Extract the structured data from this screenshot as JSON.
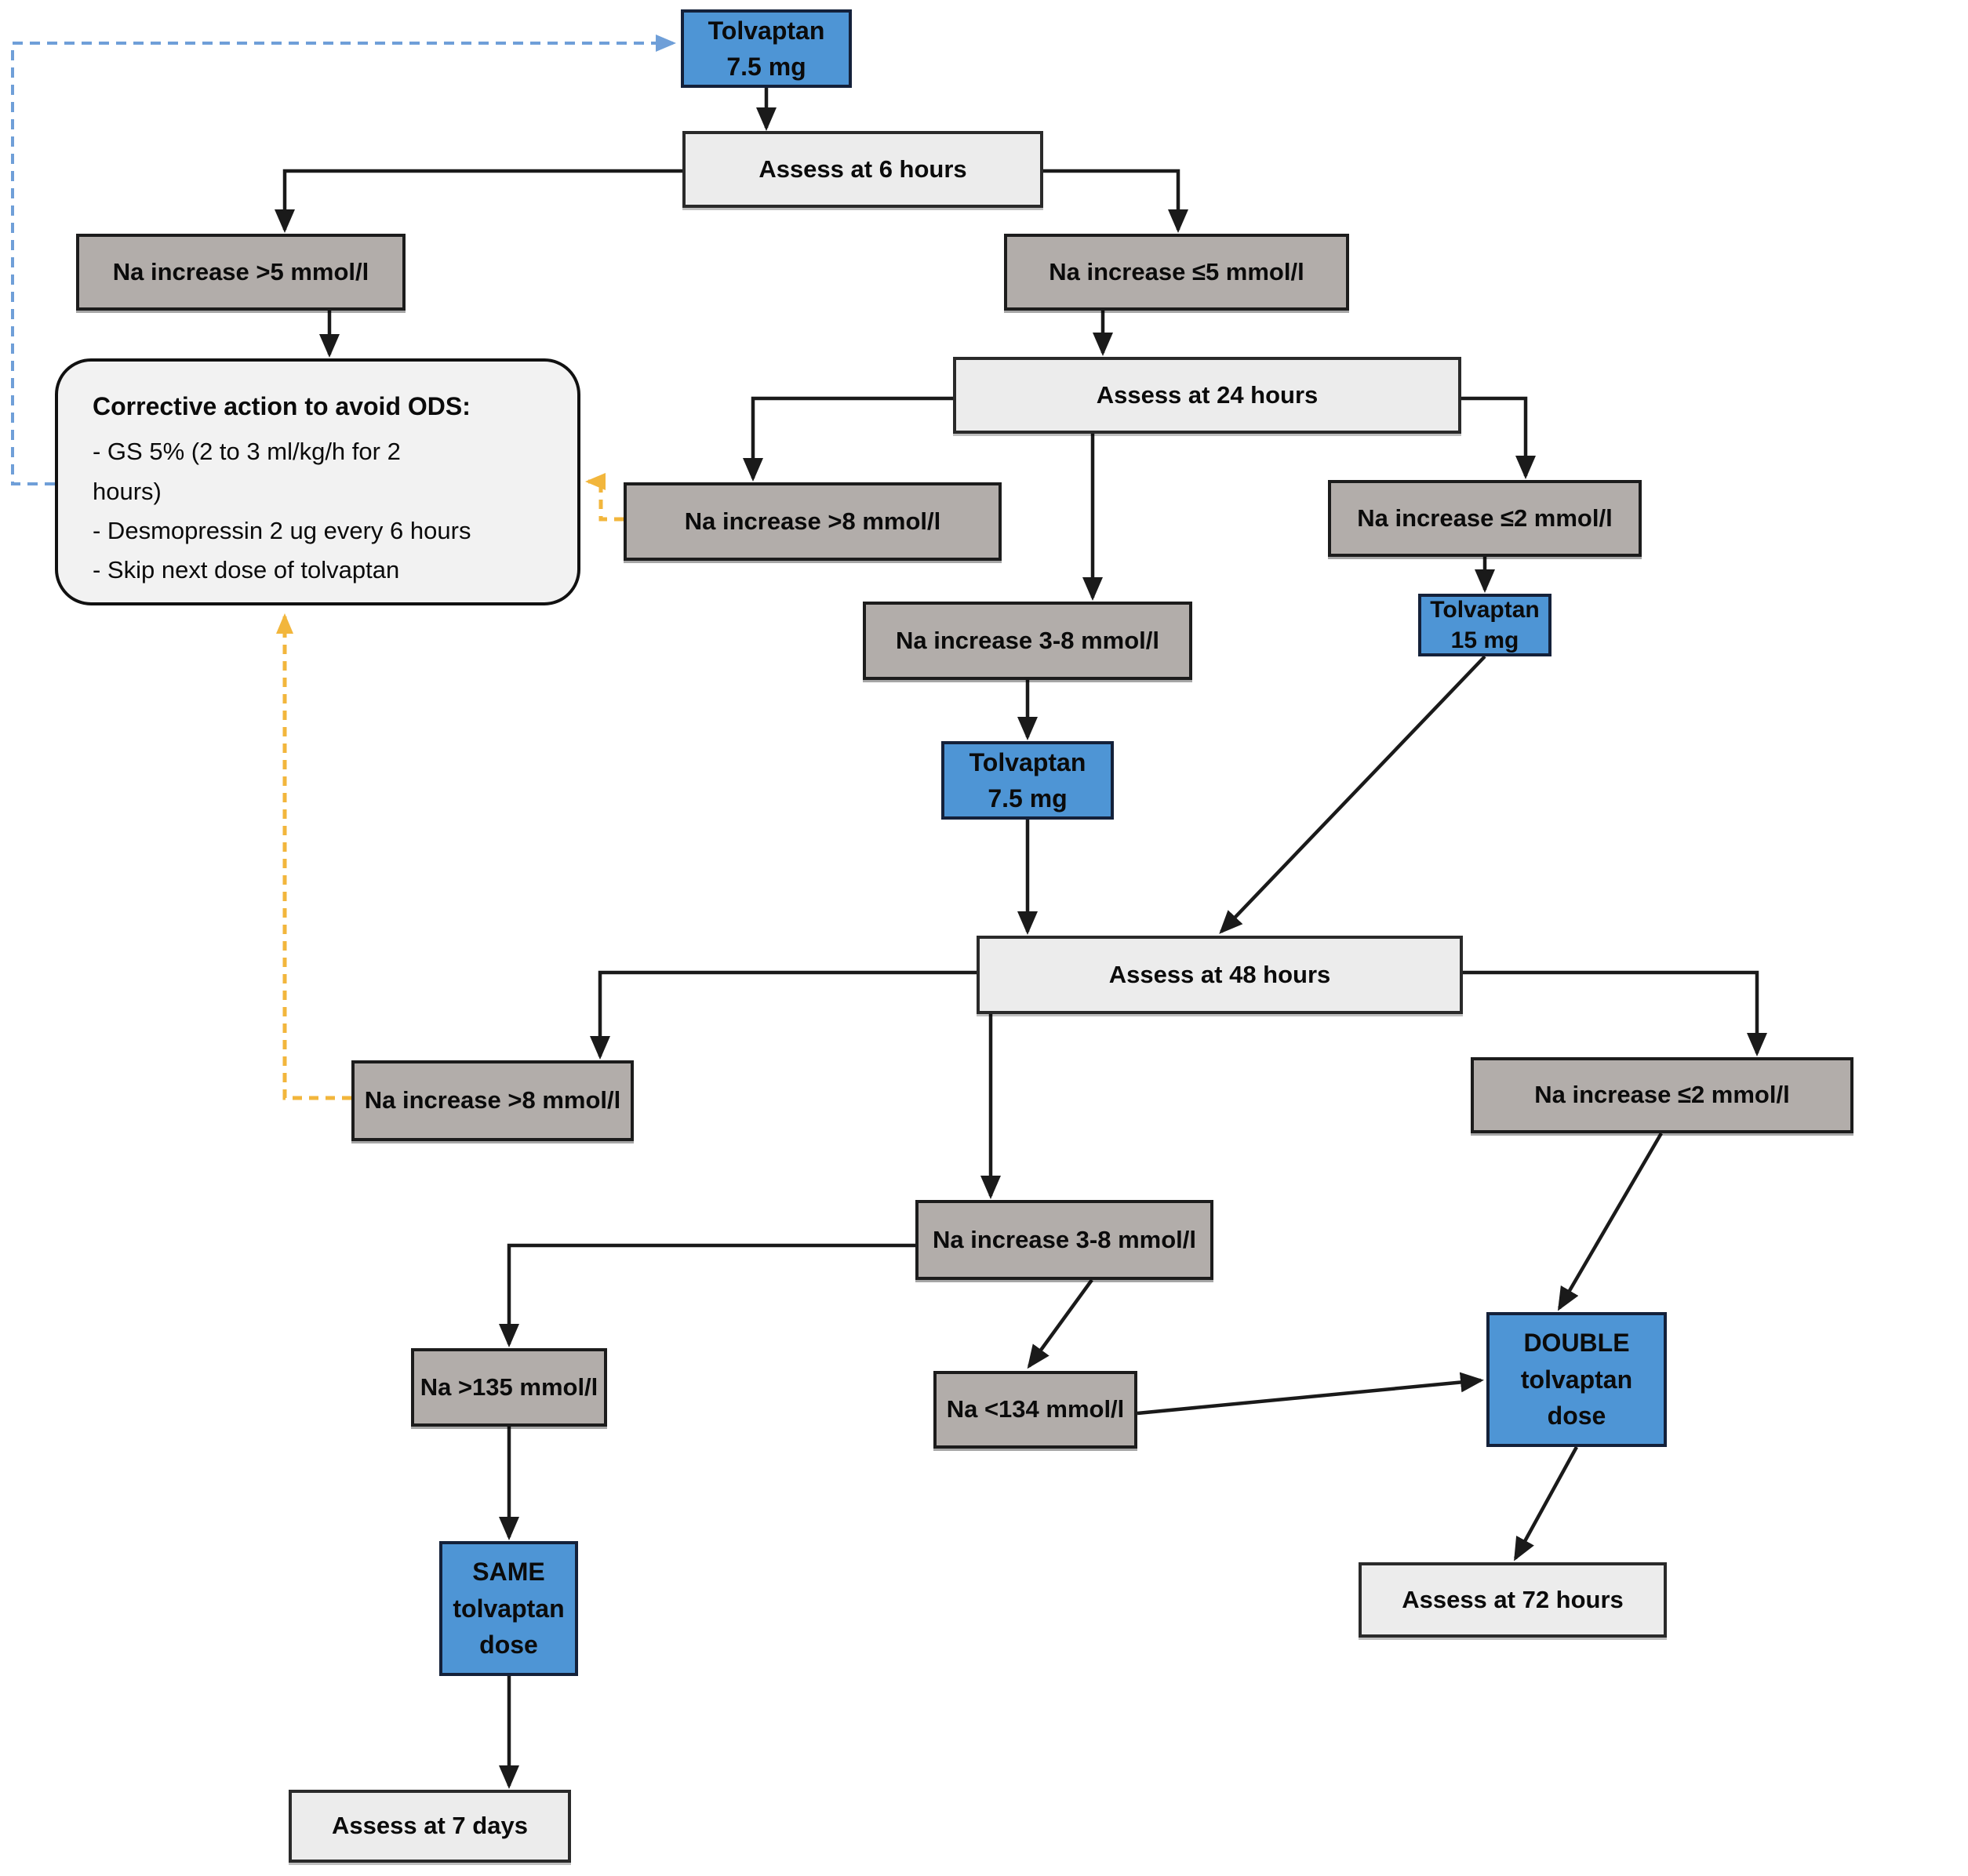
{
  "diagram": {
    "title": "Tolvaptan dosing and sodium monitoring flowchart",
    "colors": {
      "blue_box": "#4e95d5",
      "gray_box": "#b2adaa",
      "light_box": "#ececec",
      "corrective_box": "#f2f2f2",
      "arrow": "#1a1a1a",
      "dashed_blue_arrow": "#6f9fd8",
      "dashed_yellow_arrow": "#f2b63c"
    },
    "nodes": {
      "tolvaptan_start": {
        "line1": "Tolvaptan",
        "line2": "7.5 mg"
      },
      "assess_6h": {
        "label": "Assess at 6 hours"
      },
      "na_gt5": {
        "label": "Na increase >5 mmol/l"
      },
      "na_le5": {
        "label": "Na increase ≤5 mmol/l"
      },
      "assess_24h": {
        "label": "Assess at 24 hours"
      },
      "na_gt8_24h": {
        "label": "Na increase >8 mmol/l"
      },
      "na_le2_24h": {
        "label": "Na increase ≤2 mmol/l"
      },
      "na_3_8_24h": {
        "label": "Na increase 3-8 mmol/l"
      },
      "tolvaptan_75_again": {
        "line1": "Tolvaptan",
        "line2": "7.5 mg"
      },
      "tolvaptan_15": {
        "line1": "Tolvaptan",
        "line2": "15 mg"
      },
      "assess_48h": {
        "label": "Assess at 48 hours"
      },
      "na_gt8_48h": {
        "label": "Na increase >8 mmol/l"
      },
      "na_le2_48h": {
        "label": "Na increase ≤2 mmol/l"
      },
      "na_3_8_48h": {
        "label": "Na increase 3-8 mmol/l"
      },
      "na_gt135": {
        "label": "Na >135 mmol/l"
      },
      "na_lt134": {
        "label": "Na <134 mmol/l"
      },
      "double_dose": {
        "line1": "DOUBLE",
        "line2": "tolvaptan dose"
      },
      "same_dose": {
        "line1": "SAME",
        "line2": "tolvaptan dose"
      },
      "assess_72h": {
        "label": "Assess at 72 hours"
      },
      "assess_7d": {
        "label": "Assess at 7 days"
      }
    },
    "corrective": {
      "title": "Corrective action to avoid ODS:",
      "lines": [
        "-   GS 5% (2 to 3 ml/kg/h for 2",
        "hours)",
        "-   Desmopressin 2 ug every 6 hours",
        "-    Skip next dose of tolvaptan"
      ]
    }
  }
}
